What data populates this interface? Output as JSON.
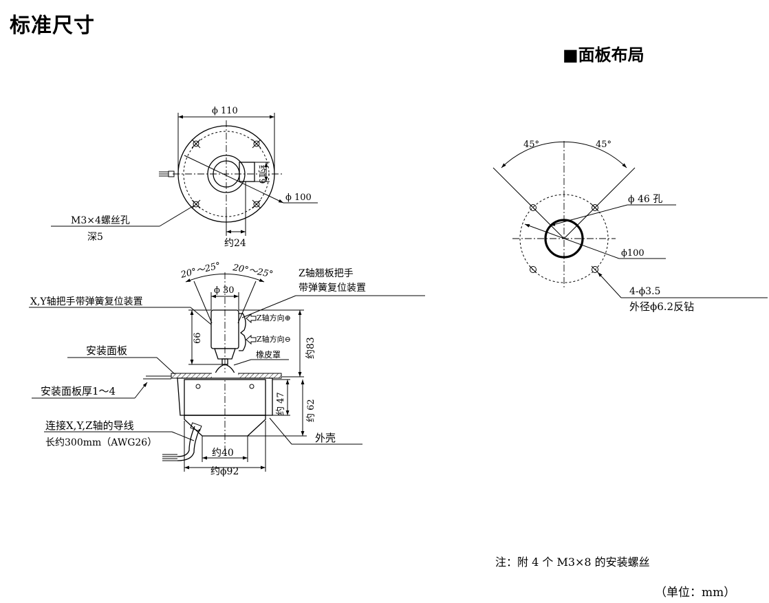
{
  "page": {
    "title": "标准尺寸",
    "panel_title": "■面板布局",
    "note": "注：附 4 个 M3×8 的安装螺丝",
    "unit": "（单位：mm）"
  },
  "top_view": {
    "dia_outer": "ϕ 110",
    "dia_bolt": "ϕ 100",
    "dim_19": "约19",
    "dim_24": "约24",
    "screw_hole": "M3×4螺丝孔",
    "depth": "深5"
  },
  "side_view": {
    "angle_left": "20°～25°",
    "angle_right": "20°～25°",
    "dia_30": "ϕ 30",
    "xy_lever": "X,Y轴把手带弹簧复位装置",
    "z_lever_1": "Z轴翘板把手",
    "z_lever_2": "带弹簧复位装置",
    "z_plus": "Z轴方向⊕",
    "z_minus": "Z轴方向⊖",
    "rubber": "橡皮罩",
    "dim_66": "66",
    "dim_83": "约83",
    "panel": "安装面板",
    "panel_thick": "安装面板厚1～4",
    "dim_47": "约 47",
    "dim_62": "约 62",
    "wire_1": "连接X,Y,Z轴的导线",
    "wire_2": "长约300mm（AWG26）",
    "housing": "外壳",
    "dim_40": "约40",
    "dim_92": "约ϕ92"
  },
  "panel_layout": {
    "angle_left": "45°",
    "angle_right": "45°",
    "hole_center": "ϕ 46 孔",
    "dia_100": "ϕ100",
    "holes": "4-ϕ3.5",
    "countersink": "外径ϕ6.2反钻"
  }
}
